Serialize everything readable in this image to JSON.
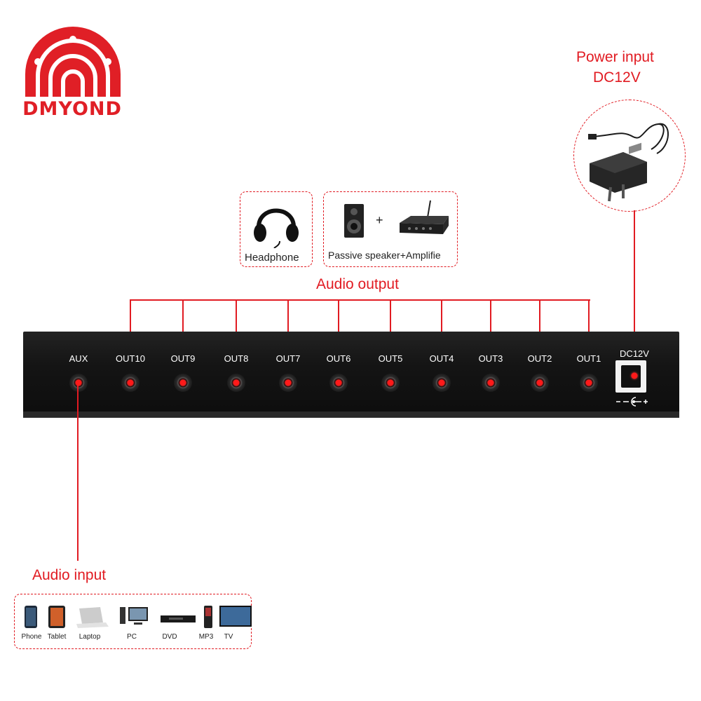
{
  "brand": {
    "name": "DMYOND",
    "color": "#e01f26"
  },
  "labels": {
    "power_input_line1": "Power input",
    "power_input_line2": "DC12V",
    "audio_output": "Audio output",
    "audio_input": "Audio input"
  },
  "output_devices": {
    "headphone": "Headphone",
    "speaker": "Passive speaker+Amplifie",
    "plus": "+"
  },
  "device": {
    "input_port": "AUX",
    "power_port": "DC12V",
    "outputs": [
      "OUT10",
      "OUT9",
      "OUT8",
      "OUT7",
      "OUT6",
      "OUT5",
      "OUT4",
      "OUT3",
      "OUT2",
      "OUT1"
    ]
  },
  "sources": [
    "Phone",
    "Tablet",
    "Laptop",
    "PC",
    "DVD",
    "MP3",
    "TV"
  ],
  "colors": {
    "accent": "#e11b22",
    "device": "#141414",
    "port_dot": "#ff1a1a"
  }
}
